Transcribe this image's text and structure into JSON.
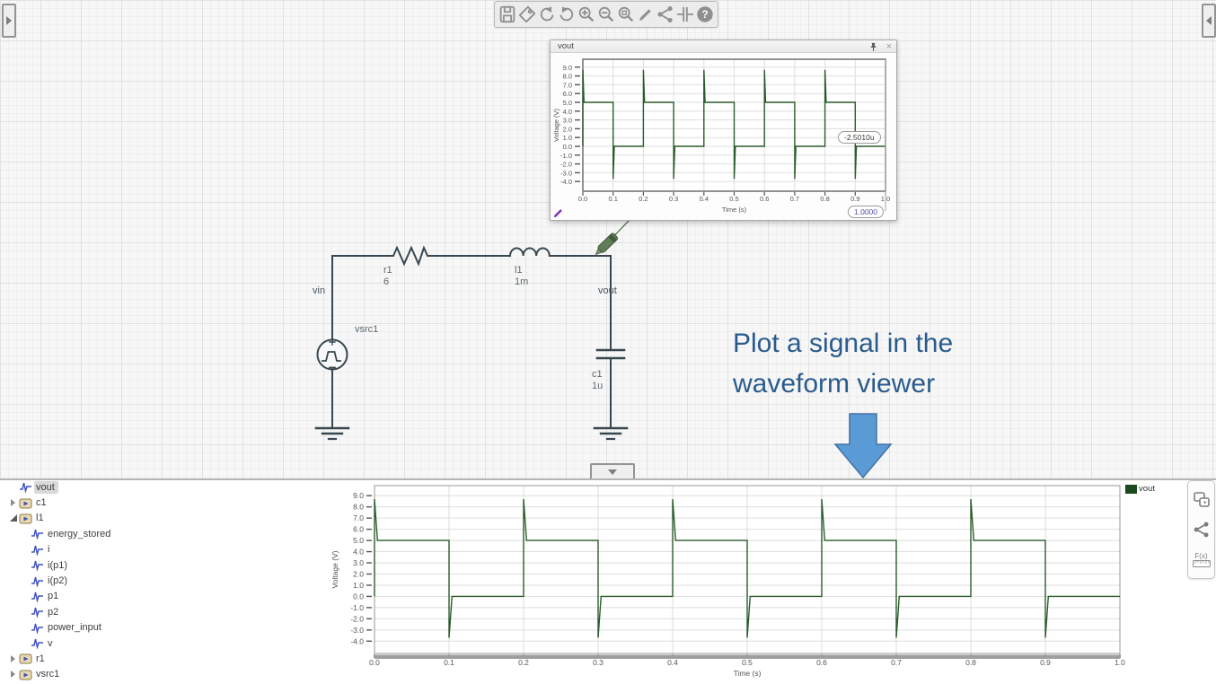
{
  "toolbar": {
    "icons": [
      {
        "name": "save"
      },
      {
        "name": "tag"
      },
      {
        "name": "undo"
      },
      {
        "name": "redo"
      },
      {
        "name": "zoom-in"
      },
      {
        "name": "zoom-out"
      },
      {
        "name": "zoom-region"
      },
      {
        "name": "edit"
      },
      {
        "name": "share"
      },
      {
        "name": "split-view"
      },
      {
        "name": "help"
      }
    ]
  },
  "edge_tabs": {
    "left": "expand-left-panel",
    "right": "expand-right-panel",
    "bottom": "collapse-bottom-panel"
  },
  "floating_viewer": {
    "title": "vout",
    "close_glyph": "×",
    "cursor": {
      "y_label": "-2.5010u",
      "x_label": "1.0000"
    }
  },
  "schematic": {
    "node_labels": {
      "vin": "vin",
      "vout": "vout"
    },
    "components": {
      "r1": {
        "name": "r1",
        "value": "6"
      },
      "l1": {
        "name": "l1",
        "value": "1m"
      },
      "c1": {
        "name": "c1",
        "value": "1u"
      },
      "vsrc1": {
        "name": "vsrc1",
        "value": ""
      }
    }
  },
  "annotation": {
    "text": "Plot a signal in the waveform viewer",
    "color": "#2a5b8d",
    "arrow_fill": "#5b9bd5",
    "arrow_stroke": "#4472a4"
  },
  "bottom_panel": {
    "tree": [
      {
        "label": "vout",
        "type": "signal",
        "depth": 0,
        "expander": "none",
        "selected": true
      },
      {
        "label": "c1",
        "type": "component",
        "depth": 0,
        "expander": "collapsed",
        "selected": false
      },
      {
        "label": "l1",
        "type": "component",
        "depth": 0,
        "expander": "expanded",
        "selected": false
      },
      {
        "label": "energy_stored",
        "type": "signal",
        "depth": 1,
        "expander": "none",
        "selected": false
      },
      {
        "label": "i",
        "type": "signal",
        "depth": 1,
        "expander": "none",
        "selected": false
      },
      {
        "label": "i(p1)",
        "type": "signal",
        "depth": 1,
        "expander": "none",
        "selected": false
      },
      {
        "label": "i(p2)",
        "type": "signal",
        "depth": 1,
        "expander": "none",
        "selected": false
      },
      {
        "label": "p1",
        "type": "signal",
        "depth": 1,
        "expander": "none",
        "selected": false
      },
      {
        "label": "p2",
        "type": "signal",
        "depth": 1,
        "expander": "none",
        "selected": false
      },
      {
        "label": "power_input",
        "type": "signal",
        "depth": 1,
        "expander": "none",
        "selected": false
      },
      {
        "label": "v",
        "type": "signal",
        "depth": 1,
        "expander": "none",
        "selected": false
      },
      {
        "label": "r1",
        "type": "component",
        "depth": 0,
        "expander": "collapsed",
        "selected": false
      },
      {
        "label": "vsrc1",
        "type": "component",
        "depth": 0,
        "expander": "collapsed",
        "selected": false
      }
    ],
    "legend": {
      "label": "vout",
      "color": "#1d4a1d"
    },
    "tools": [
      {
        "name": "compare-plots",
        "label": ""
      },
      {
        "name": "share-plot",
        "label": ""
      },
      {
        "name": "function",
        "label": "F(x)"
      }
    ]
  },
  "chart_data": [
    {
      "id": "floating",
      "type": "line",
      "title": "vout",
      "xlabel": "Time (s)",
      "ylabel": "Voltage (V)",
      "xlim": [
        0,
        1
      ],
      "ylim": [
        -5.1,
        9.9
      ],
      "grid": true,
      "xtick_values": [
        0,
        0.1,
        0.2,
        0.3,
        0.4,
        0.5,
        0.6,
        0.7,
        0.8,
        0.9,
        1.0
      ],
      "xtick_labels": [
        "0.0",
        "0.1",
        "0.2",
        "0.3",
        "0.4",
        "0.5",
        "0.6",
        "0.7",
        "0.8",
        "0.9",
        "1.0"
      ],
      "ytick_values": [
        9,
        8,
        7,
        6,
        5,
        4,
        3,
        2,
        1,
        0,
        -1,
        -2,
        -3,
        -4
      ],
      "ytick_labels": [
        "9.0",
        "8.0",
        "7.0",
        "6.0",
        "5.0",
        "4.0",
        "3.0",
        "2.0",
        "1.0",
        "0.0",
        "-1.0",
        "-2.0",
        "-3.0",
        "-4.0"
      ],
      "cursor": {
        "x": 1.0,
        "x_label": "1.0000",
        "y_label": "-2.5010u"
      },
      "series": [
        {
          "name": "vout",
          "color": "#2a5c2a",
          "points": [
            [
              0,
              0
            ],
            [
              0,
              8.7
            ],
            [
              0.004,
              5
            ],
            [
              0.1,
              5
            ],
            [
              0.1,
              -3.7
            ],
            [
              0.104,
              0
            ],
            [
              0.2,
              0
            ],
            [
              0.2,
              8.7
            ],
            [
              0.204,
              5
            ],
            [
              0.3,
              5
            ],
            [
              0.3,
              -3.7
            ],
            [
              0.304,
              0
            ],
            [
              0.4,
              0
            ],
            [
              0.4,
              8.7
            ],
            [
              0.404,
              5
            ],
            [
              0.5,
              5
            ],
            [
              0.5,
              -3.7
            ],
            [
              0.504,
              0
            ],
            [
              0.6,
              0
            ],
            [
              0.6,
              8.7
            ],
            [
              0.604,
              5
            ],
            [
              0.7,
              5
            ],
            [
              0.7,
              -3.7
            ],
            [
              0.704,
              0
            ],
            [
              0.8,
              0
            ],
            [
              0.8,
              8.7
            ],
            [
              0.804,
              5
            ],
            [
              0.9,
              5
            ],
            [
              0.9,
              -3.7
            ],
            [
              0.904,
              0
            ],
            [
              1,
              0
            ]
          ]
        }
      ]
    },
    {
      "id": "docked",
      "type": "line",
      "title": "",
      "xlabel": "Time (s)",
      "ylabel": "Voltage (V)",
      "xlim": [
        0,
        1
      ],
      "ylim": [
        -5.1,
        9.9
      ],
      "grid": true,
      "legend_position": "top-right",
      "xtick_values": [
        0,
        0.1,
        0.2,
        0.3,
        0.4,
        0.5,
        0.6,
        0.7,
        0.8,
        0.9,
        1.0
      ],
      "xtick_labels": [
        "0.0",
        "0.1",
        "0.2",
        "0.3",
        "0.4",
        "0.5",
        "0.6",
        "0.7",
        "0.8",
        "0.9",
        "1.0"
      ],
      "ytick_values": [
        9,
        8,
        7,
        6,
        5,
        4,
        3,
        2,
        1,
        0,
        -1,
        -2,
        -3,
        -4
      ],
      "ytick_labels": [
        "9.0",
        "8.0",
        "7.0",
        "6.0",
        "5.0",
        "4.0",
        "3.0",
        "2.0",
        "1.0",
        "0.0",
        "-1.0",
        "-2.0",
        "-3.0",
        "-4.0"
      ],
      "series": [
        {
          "name": "vout",
          "color": "#2a5c2a",
          "points": [
            [
              0,
              0
            ],
            [
              0,
              8.7
            ],
            [
              0.004,
              5
            ],
            [
              0.1,
              5
            ],
            [
              0.1,
              -3.7
            ],
            [
              0.104,
              0
            ],
            [
              0.2,
              0
            ],
            [
              0.2,
              8.7
            ],
            [
              0.204,
              5
            ],
            [
              0.3,
              5
            ],
            [
              0.3,
              -3.7
            ],
            [
              0.304,
              0
            ],
            [
              0.4,
              0
            ],
            [
              0.4,
              8.7
            ],
            [
              0.404,
              5
            ],
            [
              0.5,
              5
            ],
            [
              0.5,
              -3.7
            ],
            [
              0.504,
              0
            ],
            [
              0.6,
              0
            ],
            [
              0.6,
              8.7
            ],
            [
              0.604,
              5
            ],
            [
              0.7,
              5
            ],
            [
              0.7,
              -3.7
            ],
            [
              0.704,
              0
            ],
            [
              0.8,
              0
            ],
            [
              0.8,
              8.7
            ],
            [
              0.804,
              5
            ],
            [
              0.9,
              5
            ],
            [
              0.9,
              -3.7
            ],
            [
              0.904,
              0
            ],
            [
              1,
              0
            ]
          ]
        }
      ]
    }
  ]
}
